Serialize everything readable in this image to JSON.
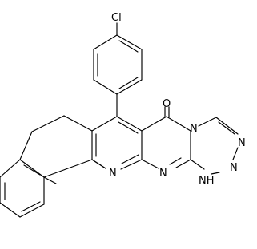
{
  "diagram": {
    "type": "chemical-structure",
    "atom_labels": {
      "chlorine": "Cl",
      "carbonyl_oxygen": "O",
      "pyridine_n": "N",
      "pyrimidine_n": "N",
      "bridgehead_n": "N",
      "triazole_n_top": "N",
      "triazole_n_bottom": "N",
      "triazole_nh": "NH"
    }
  }
}
